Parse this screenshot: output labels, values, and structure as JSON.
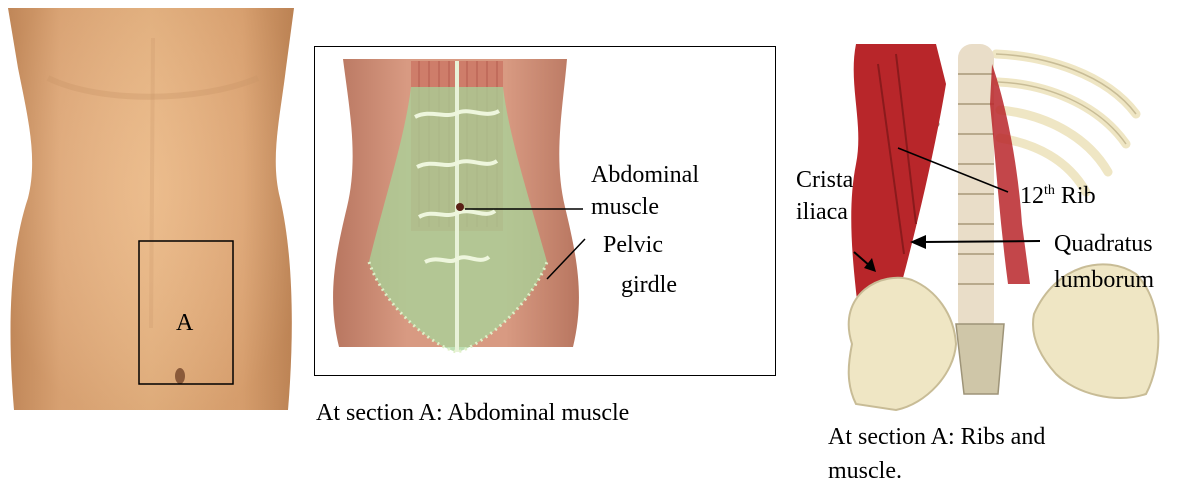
{
  "torso_panel": {
    "section_label": "A"
  },
  "abdominal_panel": {
    "labels": {
      "abdominal_muscle_line1": "Abdominal",
      "abdominal_muscle_line2": "muscle",
      "pelvic_girdle_line1": "Pelvic",
      "pelvic_girdle_line2": "girdle"
    },
    "caption": "At section A: Abdominal muscle"
  },
  "back_panel": {
    "labels": {
      "crista_line1": "Crista",
      "crista_line2": "iliaca",
      "rib_number": "12",
      "rib_superscript": "th",
      "rib_word": " Rib",
      "quadratus_line1": "Quadratus",
      "quadratus_line2": "lumborum"
    },
    "caption_line1": "At section A: Ribs and",
    "caption_line2": "muscle."
  },
  "colors": {
    "skin": "#e7b07f",
    "muscle_red": "#b8262a",
    "fascia_green": "#a7d49a",
    "bone": "#efe6c4"
  }
}
